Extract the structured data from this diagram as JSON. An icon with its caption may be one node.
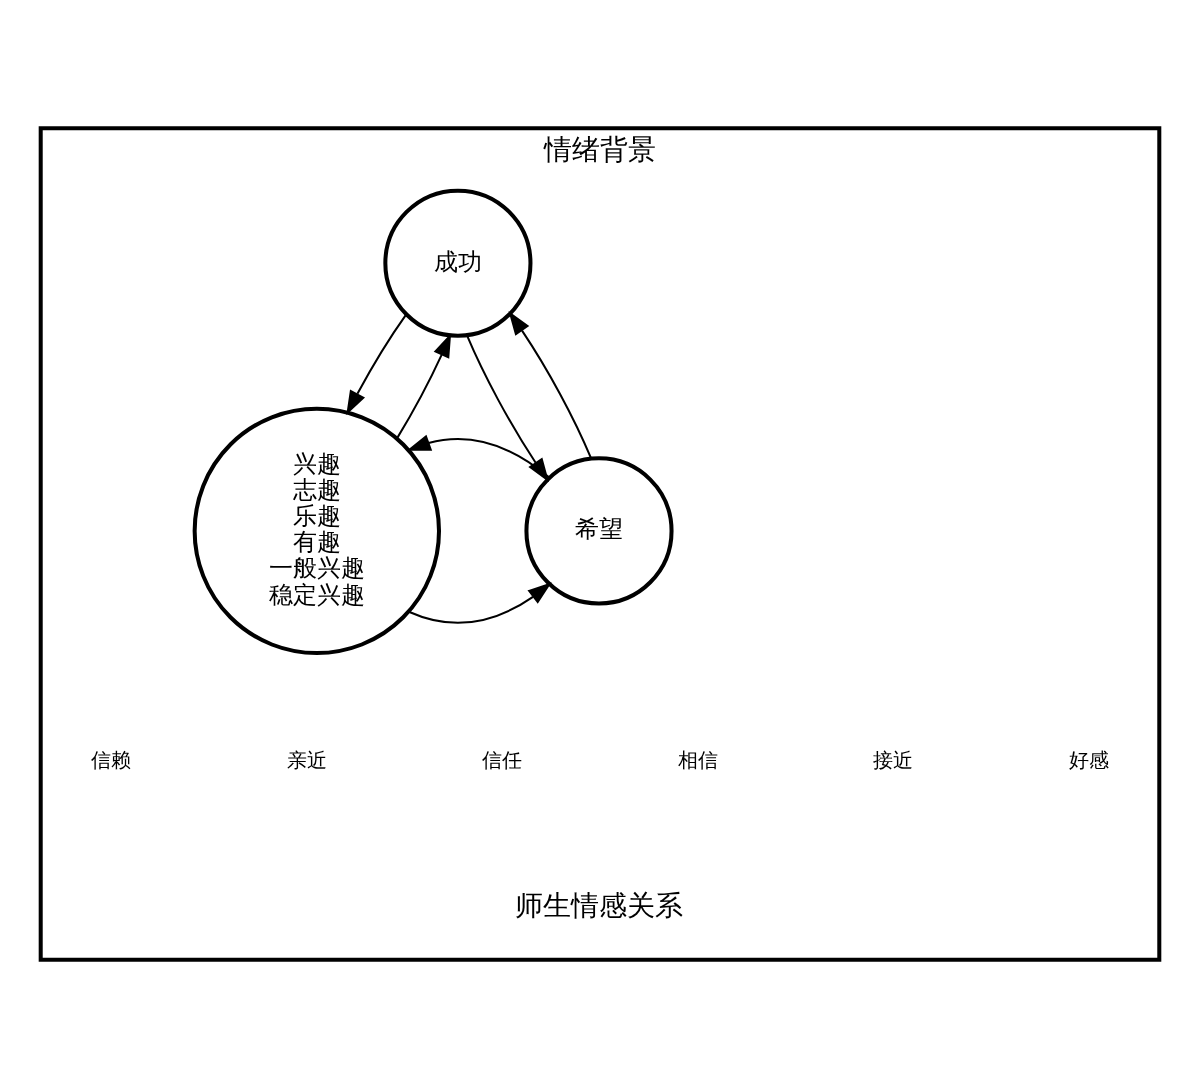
{
  "diagram": {
    "nodes": [
      {
        "text": [
          "情绪背景",
          "师生情感关系"
        ]
      },
      {
        "text": [
          "成功"
        ],
        "in": 0
      },
      {
        "text": [
          "兴趣",
          "志趣",
          "乐趣",
          "有趣",
          "一般兴趣",
          "稳定兴趣"
        ],
        "in": 0
      },
      {
        "text": [
          "希望"
        ],
        "in": 0
      }
    ],
    "edges": [
      {
        "from": 2,
        "to": 1,
        "arrow": "to"
      },
      {
        "from": 1,
        "to": 2,
        "arrow": "to"
      },
      {
        "from": 1,
        "to": 3,
        "arrow": "to"
      },
      {
        "from": 3,
        "to": 1,
        "arrow": "to"
      },
      {
        "from": 2,
        "to": 3,
        "arrow": "to"
      },
      {
        "from": 3,
        "to": 2,
        "arrow": "to"
      }
    ],
    "labels": [
      "信赖",
      "亲近",
      "信任",
      "相信",
      "接近",
      "好感"
    ]
  }
}
